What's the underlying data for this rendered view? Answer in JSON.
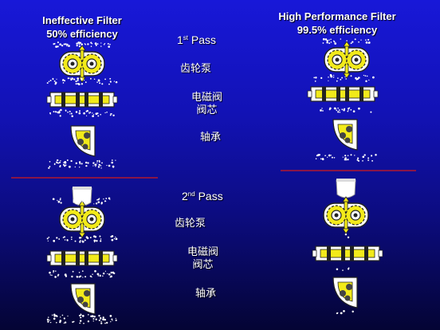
{
  "left_column": {
    "title_line1": "Ineffective Filter",
    "title_line2": "50% efficiency"
  },
  "right_column": {
    "title_line1": "High Performance Filter",
    "title_line2": "99.5% efficiency"
  },
  "pass1": {
    "ordinal": "1",
    "suffix": "st",
    "word": " Pass"
  },
  "pass2": {
    "ordinal": "2",
    "suffix": "nd",
    "word": " Pass"
  },
  "labels": {
    "gear_pump": "齿轮泵",
    "solenoid_line1": "电磁阀",
    "solenoid_line2": "阀芯",
    "bearing": "轴承"
  },
  "colors": {
    "background_top": "#1818d8",
    "background_bottom": "#040434",
    "component_yellow": "#f2ea1a",
    "filter_line": "#d21a1a",
    "particles": "#ffffff"
  },
  "icons": [
    "gear-pump-icon",
    "solenoid-valve-icon",
    "bearing-icon",
    "filter-element-icon"
  ]
}
